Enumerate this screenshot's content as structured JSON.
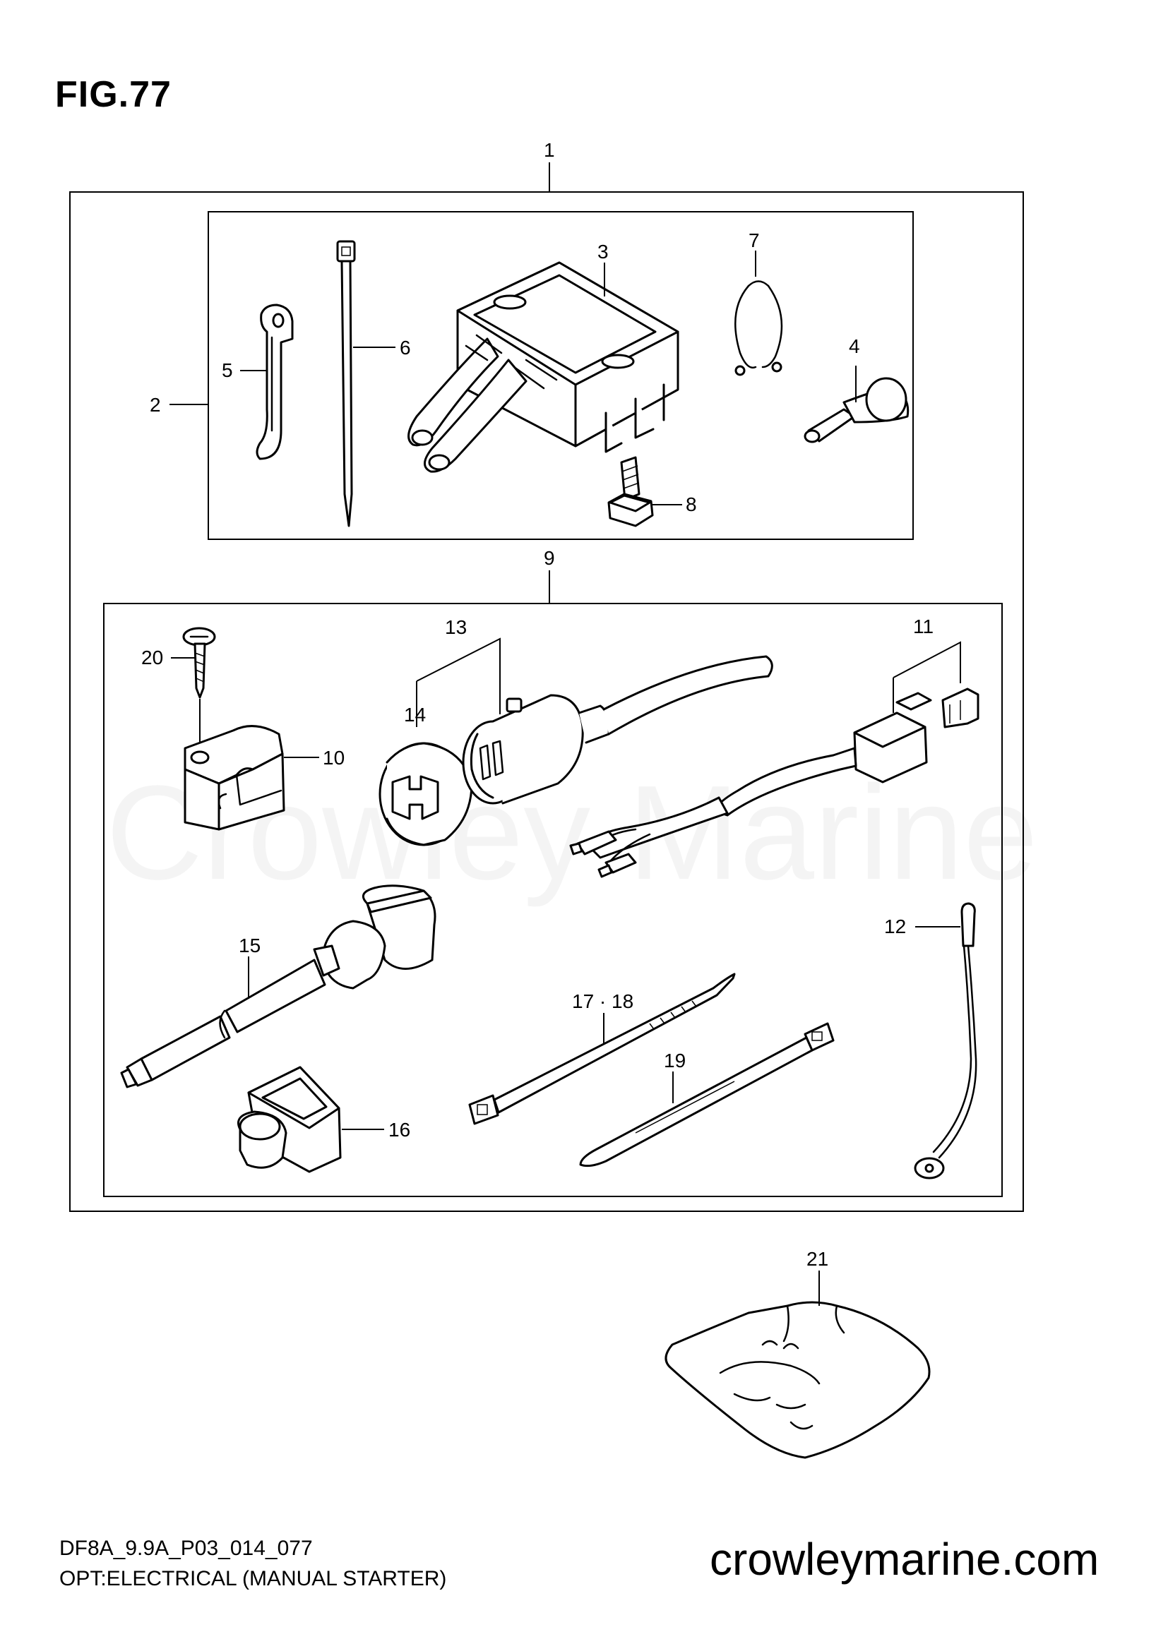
{
  "figure": {
    "title": "FIG.77",
    "watermark": "Crowley Marine",
    "code": "DF8A_9.9A_P03_014_077",
    "description": "OPT:ELECTRICAL (MANUAL STARTER)",
    "website": "crowleymarine.com"
  },
  "callouts": {
    "c1": "1",
    "c2": "2",
    "c3": "3",
    "c4": "4",
    "c5": "5",
    "c6": "6",
    "c7": "7",
    "c8": "8",
    "c9": "9",
    "c10": "10",
    "c11": "11",
    "c12": "12",
    "c13": "13",
    "c14": "14",
    "c15": "15",
    "c16": "16",
    "c17": "17 · 18",
    "c19": "19",
    "c20": "20",
    "c21": "21"
  }
}
